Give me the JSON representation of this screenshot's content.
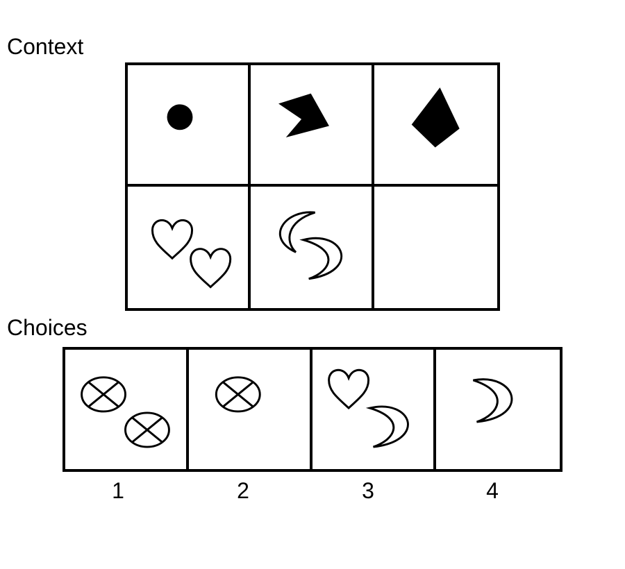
{
  "context": {
    "heading": "Context",
    "cells": [
      {
        "icon": "filled-circle-icon"
      },
      {
        "icon": "filled-arrowhead-icon"
      },
      {
        "icon": "filled-diamond-icon"
      },
      {
        "icon": "two-heart-outline-icon"
      },
      {
        "icon": "two-crescent-outline-icon"
      },
      {
        "icon": "empty-cell"
      }
    ]
  },
  "choices": {
    "heading": "Choices",
    "items": [
      {
        "label": "1",
        "icon": "two-crossed-circle-icon"
      },
      {
        "label": "2",
        "icon": "crossed-circle-icon"
      },
      {
        "label": "3",
        "icon": "heart-and-crescent-outline-icon"
      },
      {
        "label": "4",
        "icon": "crescent-outline-icon"
      }
    ]
  }
}
